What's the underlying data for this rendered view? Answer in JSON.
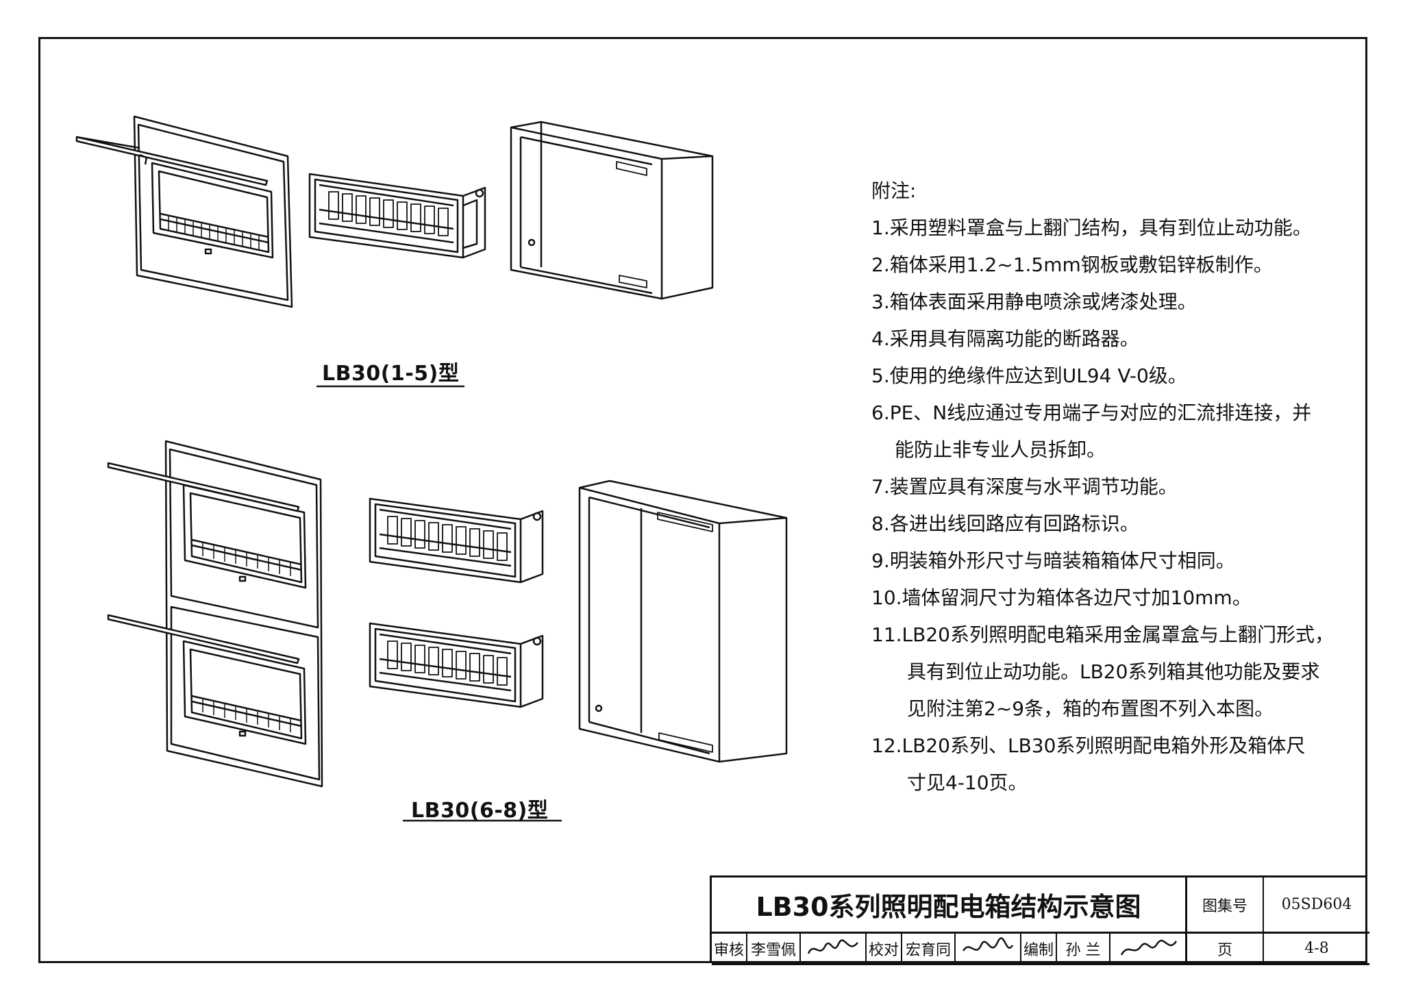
{
  "captions": {
    "model1": "LB30(1-5)型",
    "model2": "LB30(6-8)型"
  },
  "notes": {
    "heading": "附注:",
    "items": [
      "1.采用塑料罩盒与上翻门结构，具有到位止动功能。",
      "2.箱体采用1.2~1.5mm钢板或敷铝锌板制作。",
      "3.箱体表面采用静电喷涂或烤漆处理。",
      "4.采用具有隔离功能的断路器。",
      "5.使用的绝缘件应达到UL94  V-0级。",
      "6.PE、N线应通过专用端子与对应的汇流排连接，并",
      "能防止非专业人员拆卸。",
      "7.装置应具有深度与水平调节功能。",
      "8.各进出线回路应有回路标识。",
      "9.明装箱外形尺寸与暗装箱箱体尺寸相同。",
      "10.墙体留洞尺寸为箱体各边尺寸加10mm。",
      "11.LB20系列照明配电箱采用金属罩盒与上翻门形式，",
      "具有到位止动功能。LB20系列箱其他功能及要求",
      "见附注第2~9条，箱的布置图不列入本图。",
      "12.LB20系列、LB30系列照明配电箱外形及箱体尺",
      "寸见4-10页。"
    ]
  },
  "titleblock": {
    "title": "LB30系列照明配电箱结构示意图",
    "atlas_label": "图集号",
    "atlas_no": "05SD604",
    "page_label": "页",
    "page_no": "4-8",
    "review_label": "审核",
    "reviewer": "李雪佩",
    "check_label": "校对",
    "checker": "宏育同",
    "design_label": "编制",
    "designer": "孙 兰"
  }
}
